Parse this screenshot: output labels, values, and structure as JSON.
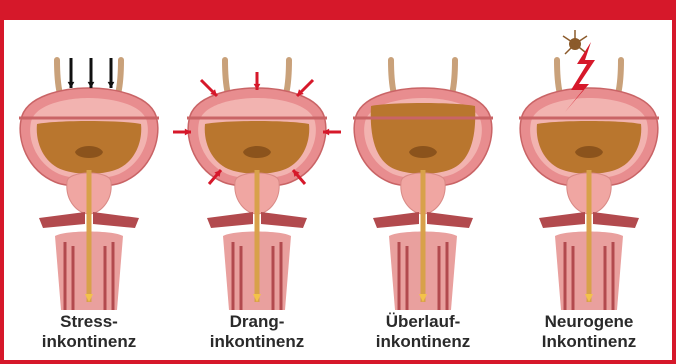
{
  "colors": {
    "frame": "#d6182a",
    "wall": "#e88d8f",
    "wall_inner": "#f2b3b0",
    "urine": "#b9762e",
    "urine_dark": "#8b531c",
    "ureter": "#c9a17a",
    "prostate": "#f0a6a2",
    "urethra": "#d8a14a",
    "arrow_black": "#111111",
    "arrow_red": "#d6182a"
  },
  "panels": [
    {
      "id": "stress",
      "line1": "Stress-",
      "line2": "inkontinenz",
      "icons": [
        "down-arrow-icon",
        "down-arrow-icon",
        "down-arrow-icon"
      ]
    },
    {
      "id": "drang",
      "line1": "Drang-",
      "line2": "inkontinenz",
      "icons": [
        "pressure-arrow-icon"
      ]
    },
    {
      "id": "ueberlauf",
      "line1": "Überlauf-",
      "line2": "inkontinenz",
      "icons": []
    },
    {
      "id": "neurogen",
      "line1": "Neurogene",
      "line2": "Inkontinenz",
      "icons": [
        "neuron-icon",
        "lightning-icon"
      ]
    }
  ]
}
